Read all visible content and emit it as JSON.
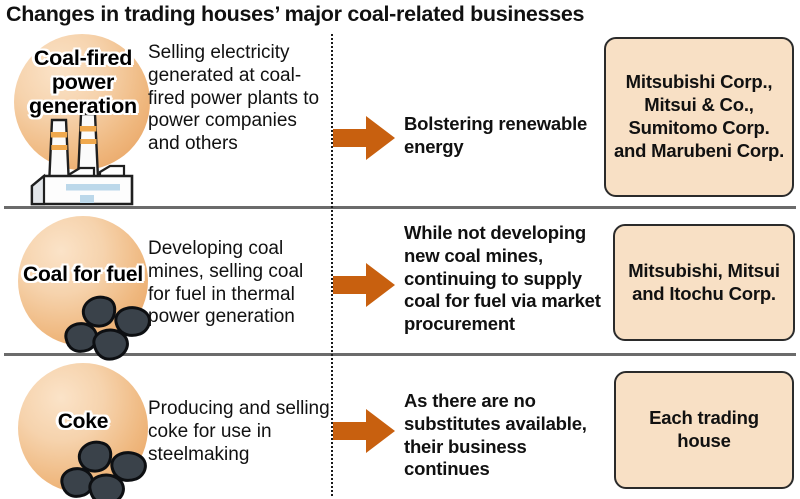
{
  "title": "Changes in trading houses’ major coal-related businesses",
  "accent": {
    "arrow_color": "#c8600f",
    "circle_light": "#fbe3c8",
    "circle_dark": "#e79c58",
    "box_fill": "#f8e0c5",
    "box_border": "#2b2b2b",
    "divider": "#6b6b6b",
    "coal_color": "#3a424a"
  },
  "rows": [
    {
      "category": "Coal-fired power generation",
      "category_lines": [
        "Coal-fired",
        "power",
        "generation"
      ],
      "icon": "power-plant-icon",
      "description": "Selling electricity generated at coal-fired power plants to power companies and others",
      "outcome": "Bolstering renewable energy",
      "companies": "Mitsubishi Corp., Mitsui & Co., Sumitomo Corp. and Marubeni Corp."
    },
    {
      "category": "Coal for fuel",
      "category_lines": [
        "Coal for fuel"
      ],
      "icon": "coal-pile-icon",
      "description": "Developing coal mines, selling coal for fuel in thermal power generation",
      "outcome": "While not developing new coal mines, continuing to supply coal for fuel via market procurement",
      "companies": "Mitsubishi, Mitsui and Itochu Corp."
    },
    {
      "category": "Coke",
      "category_lines": [
        "Coke"
      ],
      "icon": "coal-pile-icon",
      "description": "Producing and selling coke for use in steelmaking",
      "outcome": "As there are no substitutes available, their business continues",
      "companies": "Each trading house"
    }
  ]
}
